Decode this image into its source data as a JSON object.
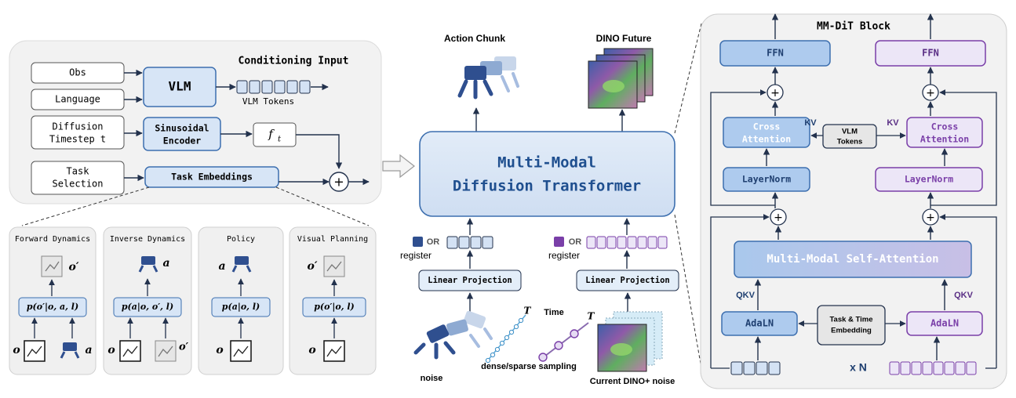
{
  "conditioning": {
    "title": "Conditioning Input",
    "obs": "Obs",
    "language": "Language",
    "diffusion_timestep": [
      "Diffusion",
      "Timestep t"
    ],
    "task_selection": [
      "Task",
      "Selection"
    ],
    "vlm": "VLM",
    "vlm_tokens": "VLM Tokens",
    "sinusoidal_encoder": [
      "Sinusoidal",
      "Encoder"
    ],
    "ft": "f",
    "ft_sub": "t",
    "task_embeddings": "Task Embeddings",
    "plus": "+"
  },
  "tasks": [
    {
      "title": "Forward Dynamics",
      "formula": "p(o′|o, a, l)",
      "out": "o′",
      "in": [
        "o",
        "a"
      ]
    },
    {
      "title": "Inverse Dynamics",
      "formula": "p(a|o, o′, l)",
      "out": "a",
      "in": [
        "o",
        "o′"
      ]
    },
    {
      "title": "Policy",
      "formula": "p(a|o, l)",
      "out": "a",
      "in": [
        "o"
      ]
    },
    {
      "title": "Visual Planning",
      "formula": "p(o′|o, l)",
      "out": "o′",
      "in": [
        "o"
      ]
    }
  ],
  "center": {
    "action_chunk": "Action Chunk",
    "dino_future": "DINO Future",
    "mmdt": [
      "Multi-Modal",
      "Diffusion Transformer"
    ],
    "or": "OR",
    "register": "register",
    "linear_projection": "Linear Projection",
    "noise": "noise",
    "time": "Time",
    "T": "T",
    "dense_sparse": "dense/sparse sampling",
    "current_dino": "Current DINO+ noise"
  },
  "block": {
    "title": "MM-DiT Block",
    "ffn": "FFN",
    "cross_attention": [
      "Cross",
      "Attention"
    ],
    "kv": "KV",
    "vlm_tokens": [
      "VLM",
      "Tokens"
    ],
    "layernorm": "LayerNorm",
    "mm_self_attention": "Multi-Modal Self-Attention",
    "qkv": "QKV",
    "adaln": "AdaLN",
    "task_time": [
      "Task & Time",
      "Embedding"
    ],
    "xn": "x N",
    "plus": "+"
  },
  "colors": {
    "blue_fill": "#aecbee",
    "blue_stroke": "#3d6faf",
    "purple_fill": "#ece6f7",
    "purple_stroke": "#7a3fa8",
    "light_panel": "#f3f3f3",
    "dark": "#23324d"
  }
}
